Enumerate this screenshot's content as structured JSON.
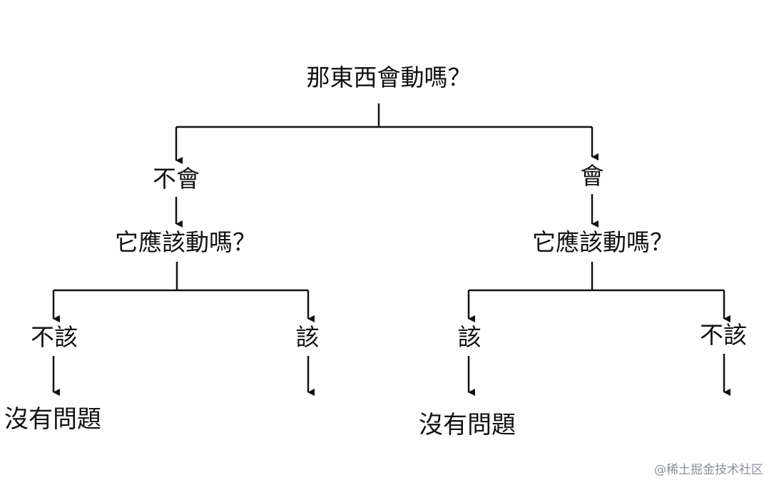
{
  "diagram": {
    "root_question": "那東西會動嗎？",
    "branch_no": "不會",
    "branch_yes": "會",
    "left_question": "它應該動嗎？",
    "right_question": "它應該動嗎？",
    "left_no": "不該",
    "left_yes": "該",
    "right_yes": "該",
    "right_no": "不該",
    "left_result": "沒有問題",
    "right_result": "沒有問題"
  },
  "watermark": "@稀土掘金技术社区",
  "colors": {
    "background": "#ffffff",
    "ink": "#111111",
    "watermark": "#8a8f98"
  }
}
